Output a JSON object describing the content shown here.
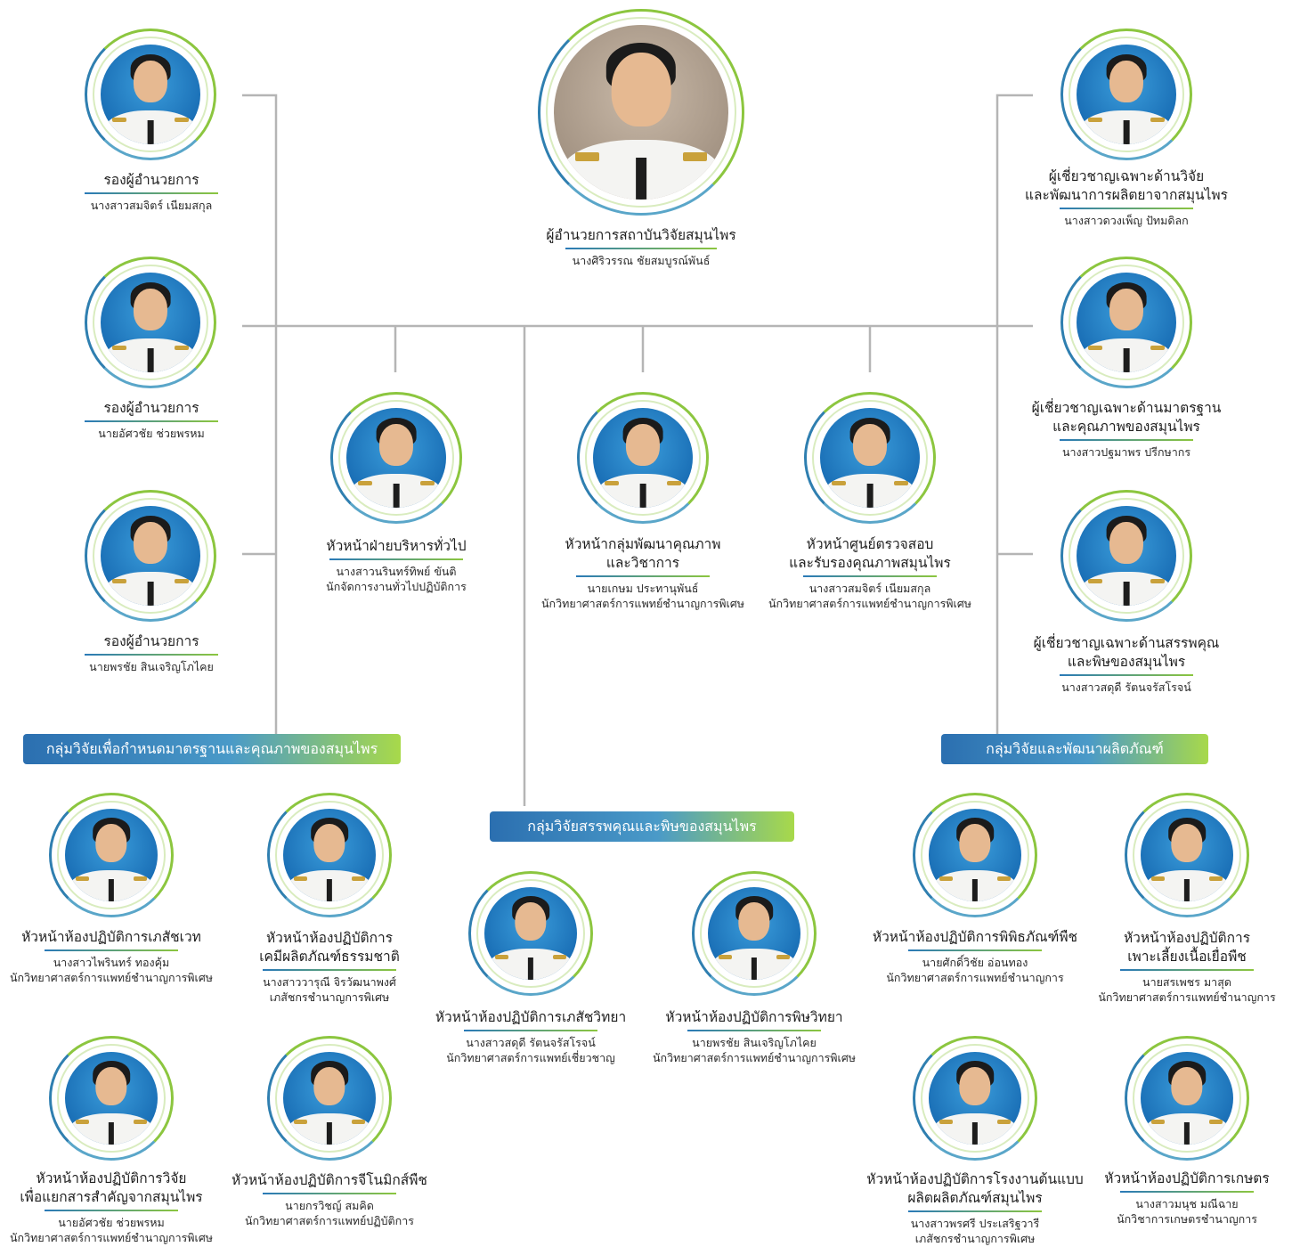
{
  "director": {
    "title": "ผู้อำนวยการสถาบันวิจัยสมุนไพร",
    "name": "นางศิริวรรณ ชัยสมบูรณ์พันธ์"
  },
  "deputies": [
    {
      "title": "รองผู้อำนวยการ",
      "name": "นางสาวสมจิตร์ เนียมสกุล"
    },
    {
      "title": "รองผู้อำนวยการ",
      "name": "นายอัศวชัย ช่วยพรหม"
    },
    {
      "title": "รองผู้อำนวยการ",
      "name": "นายพรชัย สินเจริญโภไคย"
    }
  ],
  "experts": [
    {
      "title_1": "ผู้เชี่ยวชาญเฉพาะด้านวิจัย",
      "title_2": "และพัฒนาการผลิตยาจากสมุนไพร",
      "name": "นางสาวดวงเพ็ญ ปัทมดิลก"
    },
    {
      "title_1": "ผู้เชี่ยวชาญเฉพาะด้านมาตรฐาน",
      "title_2": "และคุณภาพของสมุนไพร",
      "name": "นางสาวปฐมาพร ปรีกษากร"
    },
    {
      "title_1": "ผู้เชี่ยวชาญเฉพาะด้านสรรพคุณ",
      "title_2": "และพิษของสมุนไพร",
      "name": "นางสาวสดุดี รัตนจรัสโรจน์"
    }
  ],
  "heads": [
    {
      "title_1": "หัวหน้าฝ่ายบริหารทั่วไป",
      "title_2": "",
      "name": "นางสาวนรินทร์ทิพย์ ขันติ",
      "position": "นักจัดการงานทั่วไปปฏิบัติการ"
    },
    {
      "title_1": "หัวหน้ากลุ่มพัฒนาคุณภาพ",
      "title_2": "และวิชาการ",
      "name": "นายเกษม ประทานุพันธ์",
      "position": "นักวิทยาศาสตร์การแพทย์ชำนาญการพิเศษ"
    },
    {
      "title_1": "หัวหน้าศูนย์ตรวจสอบ",
      "title_2": "และรับรองคุณภาพสมุนไพร",
      "name": "นางสาวสมจิตร์ เนียมสกุล",
      "position": "นักวิทยาศาสตร์การแพทย์ชำนาญการพิเศษ"
    }
  ],
  "banners": {
    "left": "กลุ่มวิจัยเพื่อกำหนดมาตรฐานและคุณภาพของสมุนไพร",
    "center": "กลุ่มวิจัยสรรพคุณและพิษของสมุนไพร",
    "right": "กลุ่มวิจัยและพัฒนาผลิตภัณฑ์"
  },
  "labs": {
    "left": [
      {
        "title_1": "หัวหน้าห้องปฏิบัติการเภสัชเวท",
        "title_2": "",
        "name": "นางสาวไพรินทร์ ทองคุ้ม",
        "position": "นักวิทยาศาสตร์การแพทย์ชำนาญการพิเศษ"
      },
      {
        "title_1": "หัวหน้าห้องปฏิบัติการ",
        "title_2": "เคมีผลิตภัณฑ์ธรรมชาติ",
        "name": "นางสาววารุณี จิรวัฒนาพงศ์",
        "position": "เภสัชกรชำนาญการพิเศษ"
      },
      {
        "title_1": "หัวหน้าห้องปฏิบัติการวิจัย",
        "title_2": "เพื่อแยกสารสำคัญจากสมุนไพร",
        "name": "นายอัศวชัย ช่วยพรหม",
        "position": "นักวิทยาศาสตร์การแพทย์ชำนาญการพิเศษ"
      },
      {
        "title_1": "หัวหน้าห้องปฏิบัติการจีโนมิกส์พืช",
        "title_2": "",
        "name": "นายกรวิชญ์ สมคิด",
        "position": "นักวิทยาศาสตร์การแพทย์ปฏิบัติการ"
      }
    ],
    "center": [
      {
        "title_1": "หัวหน้าห้องปฏิบัติการเภสัชวิทยา",
        "title_2": "",
        "name": "นางสาวสดุดี รัตนจรัสโรจน์",
        "position": "นักวิทยาศาสตร์การแพทย์เชี่ยวชาญ"
      },
      {
        "title_1": "หัวหน้าห้องปฏิบัติการพิษวิทยา",
        "title_2": "",
        "name": "นายพรชัย สินเจริญโภไคย",
        "position": "นักวิทยาศาสตร์การแพทย์ชำนาญการพิเศษ"
      }
    ],
    "right": [
      {
        "title_1": "หัวหน้าห้องปฏิบัติการพิพิธภัณฑ์พืช",
        "title_2": "",
        "name": "นายศักดิ์วิชัย อ่อนทอง",
        "position": "นักวิทยาศาสตร์การแพทย์ชำนาญการ"
      },
      {
        "title_1": "หัวหน้าห้องปฏิบัติการ",
        "title_2": "เพาะเลี้ยงเนื้อเยื่อพืช",
        "name": "นายสรเพชร มาสุด",
        "position": "นักวิทยาศาสตร์การแพทย์ชำนาญการ"
      },
      {
        "title_1": "หัวหน้าห้องปฏิบัติการโรงงานต้นแบบ",
        "title_2": "ผลิตผลิตภัณฑ์สมุนไพร",
        "name": "นางสาวพรศรี ประเสริฐวารี",
        "position": "เภสัชกรชำนาญการพิเศษ"
      },
      {
        "title_1": "หัวหน้าห้องปฏิบัติการเกษตร",
        "title_2": "",
        "name": "นางสาวมนุช มณีฉาย",
        "position": "นักวิชาการเกษตรชำนาญการ"
      }
    ]
  },
  "colors": {
    "accent_blue": "#2b6fb0",
    "accent_green": "#8cc63f",
    "connector": "#b3b3b3"
  }
}
